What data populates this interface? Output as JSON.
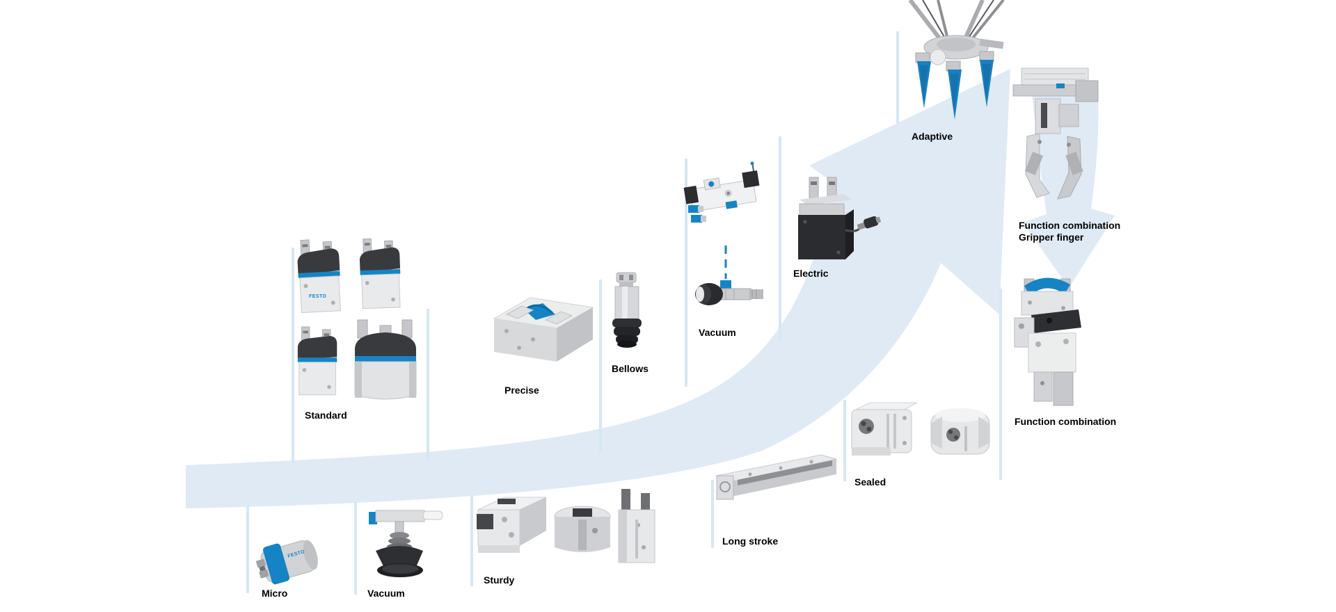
{
  "colors": {
    "arrow": "#dfeaf5",
    "divider": "#d6e7f4",
    "label": "#000000",
    "blue": "#1584c5",
    "dark": "#303135",
    "light": "#e9eaec",
    "mid": "#cfd0d3",
    "shade": "#b9babd",
    "bg": "#ffffff"
  },
  "brand": {
    "logo": "FESTO"
  },
  "diagram": {
    "kind": "gripper-product-overview",
    "arrow_direction": "bottom-left to top-right"
  },
  "groups": [
    {
      "id": "standard",
      "label": "Standard"
    },
    {
      "id": "micro",
      "label": "Micro"
    },
    {
      "id": "vacuum-bottom",
      "label": "Vacuum"
    },
    {
      "id": "sturdy",
      "label": "Sturdy"
    },
    {
      "id": "precise",
      "label": "Precise"
    },
    {
      "id": "bellows",
      "label": "Bellows"
    },
    {
      "id": "vacuum-mid",
      "label": "Vacuum"
    },
    {
      "id": "long-stroke",
      "label": "Long stroke"
    },
    {
      "id": "electric",
      "label": "Electric"
    },
    {
      "id": "sealed",
      "label": "Sealed"
    },
    {
      "id": "adaptive",
      "label": "Adaptive"
    },
    {
      "id": "function-combination-gripper-finger",
      "label_line1": "Function combination",
      "label_line2": "Gripper finger"
    },
    {
      "id": "function-combination",
      "label": "Function combination"
    }
  ]
}
